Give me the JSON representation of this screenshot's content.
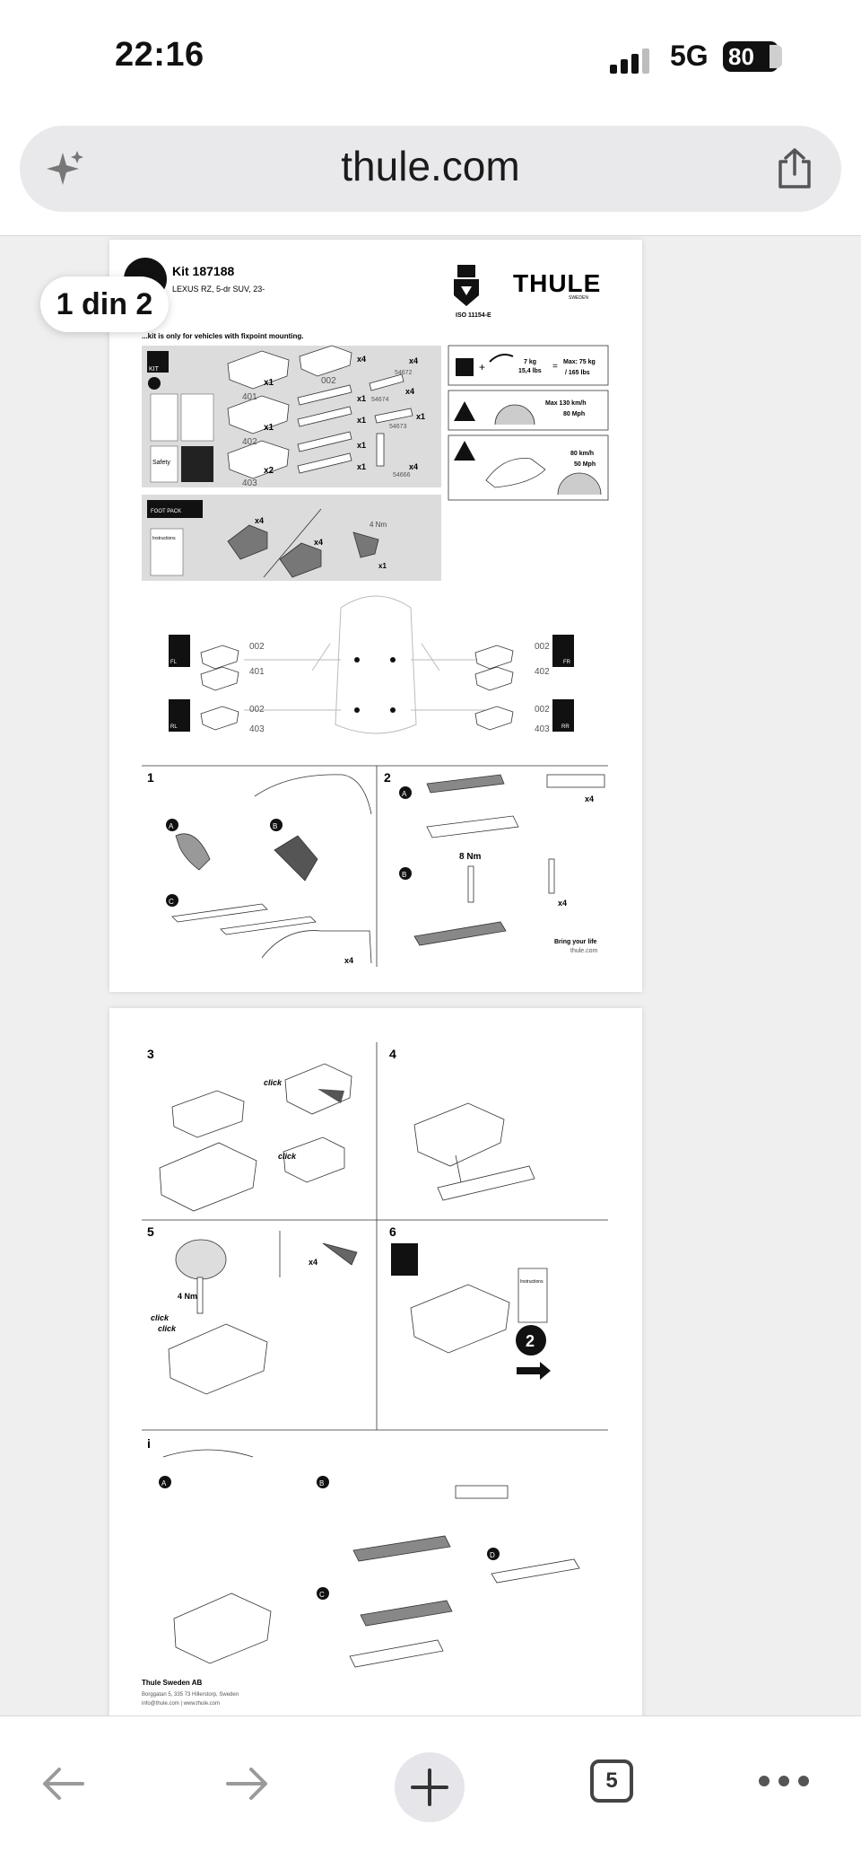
{
  "status_bar": {
    "time": "22:16",
    "network": "5G",
    "battery": "80"
  },
  "browser": {
    "url": "thule.com",
    "page_indicator": "1 din 2",
    "tab_count": "5"
  },
  "document": {
    "page1": {
      "kit_title": "Kit 187188",
      "vehicle": "LEXUS RZ, 5-dr SUV, 23-",
      "note": "...kit is only for vehicles with fixpoint mounting.",
      "brand": "THULE",
      "brand_sub": "SWEDEN",
      "iso": "ISO 11154-E",
      "kit_label": "KIT",
      "safety_label": "Safety",
      "parts": [
        {
          "code": "401",
          "qty": "x1"
        },
        {
          "code": "402",
          "qty": "x1"
        },
        {
          "code": "403",
          "qty": "x2"
        },
        {
          "code": "002",
          "qty": "x4"
        },
        {
          "code": "54672",
          "qty": "x4"
        },
        {
          "code": "54674",
          "qty": "x4"
        },
        {
          "code": "54673",
          "qty": "x1"
        },
        {
          "code": "54666",
          "qty": "x4"
        }
      ],
      "bar_qty": [
        "x1",
        "x1",
        "x1",
        "x1",
        "x1"
      ],
      "load": {
        "weight": "7 kg",
        "weight_lbs": "15,4 lbs",
        "max": "Max: 75 kg",
        "max_lbs": "/ 165 lbs"
      },
      "speed1": {
        "kmh": "Max 130 km/h",
        "mph": "80 Mph"
      },
      "speed2": {
        "kmh": "80 km/h",
        "mph": "50 Mph"
      },
      "foot_pack": {
        "label": "FOOT PACK",
        "instructions": "Instructions",
        "qty1": "x4",
        "qty2": "x4",
        "torque": "4 Nm",
        "qty3": "x1"
      },
      "positions": [
        {
          "label": "FL",
          "top": "002",
          "bottom": "401"
        },
        {
          "label": "FR",
          "top": "002",
          "bottom": "402"
        },
        {
          "label": "RL",
          "top": "002",
          "bottom": "403"
        },
        {
          "label": "RR",
          "top": "002",
          "bottom": "403"
        }
      ],
      "steps": {
        "s1": "1",
        "s2": "2",
        "a": "A",
        "b": "B",
        "c": "C",
        "torque": "8 Nm",
        "x4a": "x4",
        "x4b": "x4",
        "x4c": "x4"
      },
      "footer": {
        "tagline": "Bring your life",
        "site": "thule.com"
      }
    },
    "page2": {
      "steps": {
        "s3": "3",
        "s4": "4",
        "s5": "5",
        "s6": "6",
        "info": "i",
        "a": "A",
        "b": "B",
        "c": "C",
        "d": "D"
      },
      "click": "click",
      "torque": "4 Nm",
      "qty": "x4",
      "instructions": "Instructions",
      "next_number": "2",
      "company": "Thule Sweden AB",
      "address": "Borggatan 5, 335 73 Hillerstorp, Sweden",
      "contact": "info@thule.com | www.thule.com"
    }
  },
  "icons": [
    "sparkle-icon",
    "share-icon",
    "back-arrow-icon",
    "forward-arrow-icon",
    "plus-icon",
    "tabs-icon",
    "more-icon"
  ]
}
